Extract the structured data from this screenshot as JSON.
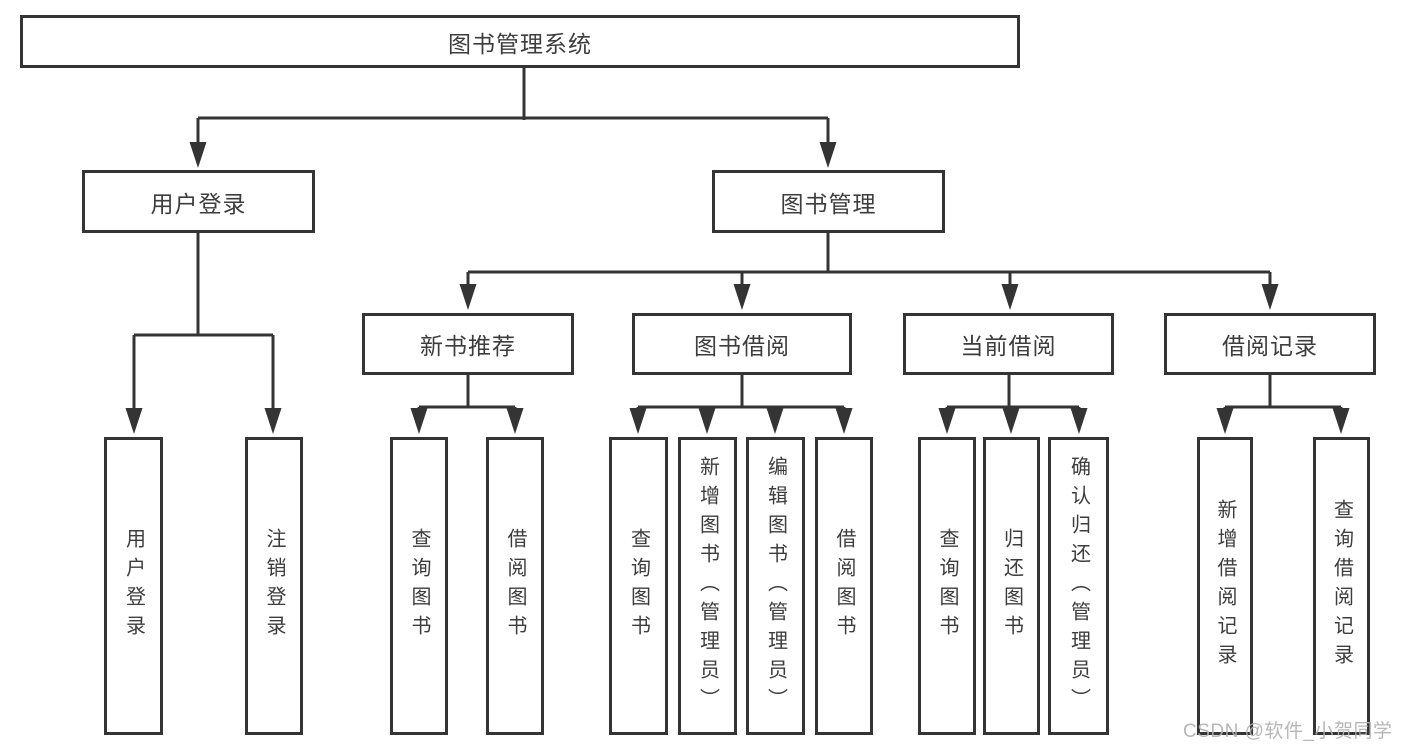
{
  "diagram": {
    "watermark": "CSDN @软件_小贺同学",
    "colors": {
      "line": "#343434",
      "box_border": "#343434",
      "box_background": "#ffffff",
      "text": "#3d3d3d",
      "watermark": "#b0b0b0",
      "page_background": "#ffffff"
    },
    "tree": {
      "label": "图书管理系统",
      "children": [
        {
          "label": "用户登录",
          "children": [
            {
              "label": "用户登录"
            },
            {
              "label": "注销登录"
            }
          ]
        },
        {
          "label": "图书管理",
          "children": [
            {
              "label": "新书推荐",
              "children": [
                {
                  "label": "查询图书"
                },
                {
                  "label": "借阅图书"
                }
              ]
            },
            {
              "label": "图书借阅",
              "children": [
                {
                  "label": "查询图书"
                },
                {
                  "label": "新增图书（管理员）"
                },
                {
                  "label": "编辑图书（管理员）"
                },
                {
                  "label": "借阅图书"
                }
              ]
            },
            {
              "label": "当前借阅",
              "children": [
                {
                  "label": "查询图书"
                },
                {
                  "label": "归还图书"
                },
                {
                  "label": "确认归还（管理员）"
                }
              ]
            },
            {
              "label": "借阅记录",
              "children": [
                {
                  "label": "新增借阅记录"
                },
                {
                  "label": "查询借阅记录"
                }
              ]
            }
          ]
        }
      ]
    }
  }
}
